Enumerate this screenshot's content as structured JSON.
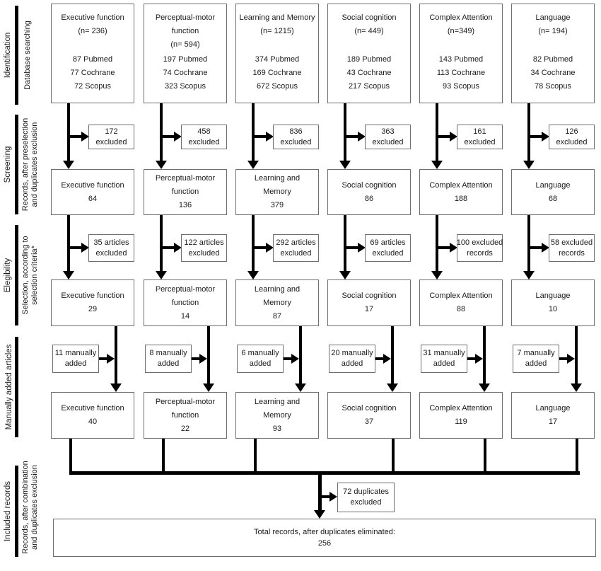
{
  "sidebar": {
    "sections": [
      {
        "label": "Identification",
        "sublabel": "Database searching"
      },
      {
        "label": "Screening",
        "sublabel": "Records, after preselection and duplicates exclusion"
      },
      {
        "label": "Elegibility",
        "sublabel": "Selection, according to selection criteria*"
      },
      {
        "label": "Manually added articles",
        "sublabel": ""
      },
      {
        "label": "Included records",
        "sublabel": "Records, after combination and duplicates exclusion"
      }
    ]
  },
  "columns": [
    {
      "name": "Executive function",
      "identification": {
        "title": "Executive function",
        "n": "(n= 236)",
        "sources": [
          "87 Pubmed",
          "77 Cochrane",
          "72 Scopus"
        ]
      },
      "screening": {
        "excluded1": "172",
        "excluded2": "excluded",
        "title1": "Executive function",
        "title2": "",
        "count": "64"
      },
      "eligibility": {
        "excluded1": "35 articles",
        "excluded2": "excluded",
        "title1": "Executive function",
        "title2": "",
        "count": "29"
      },
      "manual": {
        "added1": "11 manually",
        "added2": "added"
      },
      "final": {
        "title1": "Executive function",
        "title2": "",
        "count": "40"
      }
    },
    {
      "name": "Perceptual-motor function",
      "identification": {
        "title": "Perceptual-motor function",
        "n": "(n= 594)",
        "sources": [
          "197 Pubmed",
          "74 Cochrane",
          "323 Scopus"
        ]
      },
      "screening": {
        "excluded1": "458",
        "excluded2": "excluded",
        "title1": "Perceptual-motor",
        "title2": "function",
        "count": "136"
      },
      "eligibility": {
        "excluded1": "122 articles",
        "excluded2": "excluded",
        "title1": "Perceptual-motor",
        "title2": "function",
        "count": "14"
      },
      "manual": {
        "added1": "8 manually",
        "added2": "added"
      },
      "final": {
        "title1": "Perceptual-motor",
        "title2": "function",
        "count": "22"
      }
    },
    {
      "name": "Learning and Memory",
      "identification": {
        "title": "Learning and Memory",
        "n": "(n= 1215)",
        "sources": [
          "374 Pubmed",
          "169 Cochrane",
          "672 Scopus"
        ]
      },
      "screening": {
        "excluded1": "836",
        "excluded2": "excluded",
        "title1": "Learning and",
        "title2": "Memory",
        "count": "379"
      },
      "eligibility": {
        "excluded1": "292 articles",
        "excluded2": "excluded",
        "title1": "Learning and",
        "title2": "Memory",
        "count": "87"
      },
      "manual": {
        "added1": "6 manually",
        "added2": "added"
      },
      "final": {
        "title1": "Learning and",
        "title2": "Memory",
        "count": "93"
      }
    },
    {
      "name": "Social cognition",
      "identification": {
        "title": "Social cognition",
        "n": "(n= 449)",
        "sources": [
          "189 Pubmed",
          "43 Cochrane",
          "217 Scopus"
        ]
      },
      "screening": {
        "excluded1": "363",
        "excluded2": "excluded",
        "title1": "Social cognition",
        "title2": "",
        "count": "86"
      },
      "eligibility": {
        "excluded1": "69 articles",
        "excluded2": "excluded",
        "title1": "Social cognition",
        "title2": "",
        "count": "17"
      },
      "manual": {
        "added1": "20 manually",
        "added2": "added"
      },
      "final": {
        "title1": "Social cognition",
        "title2": "",
        "count": "37"
      }
    },
    {
      "name": "Complex Attention",
      "identification": {
        "title": "Complex Attention",
        "n": "(n=349)",
        "sources": [
          "143 Pubmed",
          "113 Cochrane",
          "93 Scopus"
        ]
      },
      "screening": {
        "excluded1": "161",
        "excluded2": "excluded",
        "title1": "Complex Attention",
        "title2": "",
        "count": "188"
      },
      "eligibility": {
        "excluded1": "100 excluded",
        "excluded2": "records",
        "title1": "Complex Attention",
        "title2": "",
        "count": "88"
      },
      "manual": {
        "added1": "31 manually",
        "added2": "added"
      },
      "final": {
        "title1": "Complex Attention",
        "title2": "",
        "count": "119"
      }
    },
    {
      "name": "Language",
      "identification": {
        "title": "Language",
        "n": "(n= 194)",
        "sources": [
          "82 Pubmed",
          "34 Cochrane",
          "78 Scopus"
        ]
      },
      "screening": {
        "excluded1": "126",
        "excluded2": "excluded",
        "title1": "Language",
        "title2": "",
        "count": "68"
      },
      "eligibility": {
        "excluded1": "58 excluded",
        "excluded2": "records",
        "title1": "Language",
        "title2": "",
        "count": "10"
      },
      "manual": {
        "added1": "7 manually",
        "added2": "added"
      },
      "final": {
        "title1": "Language",
        "title2": "",
        "count": "17"
      }
    }
  ],
  "bottom": {
    "duplicates1": "72 duplicates",
    "duplicates2": "excluded",
    "total_label": "Total records, after duplicates eliminated:",
    "total_count": "256"
  },
  "colors": {
    "line": "#000000",
    "box_border": "#6e6e6e",
    "text": "#1a1a1a",
    "background": "#ffffff"
  }
}
